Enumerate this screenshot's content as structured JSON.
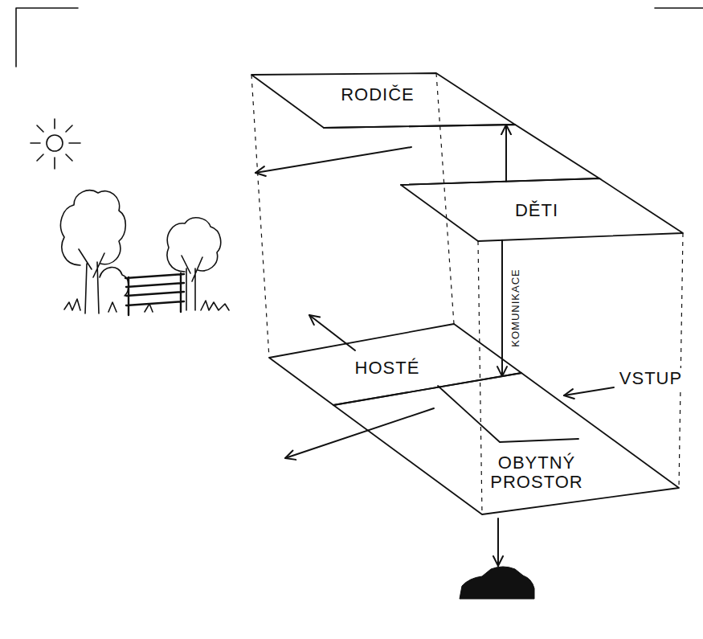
{
  "diagram": {
    "nodes": [
      {
        "text": [
          "RODIČE"
        ]
      },
      {
        "text": [
          "DĚTI"
        ]
      },
      {
        "text": [
          "HOSTÉ"
        ]
      },
      {
        "text": [
          "OBYTNÝ PROSTOR"
        ]
      }
    ],
    "edges": [
      {
        "from": 1,
        "to": 0,
        "arrow": "to"
      },
      {
        "from": 1,
        "to": 3,
        "arrow": "to",
        "label": "KOMUNIKACE"
      }
    ],
    "labels": [
      "VSTUP"
    ]
  }
}
